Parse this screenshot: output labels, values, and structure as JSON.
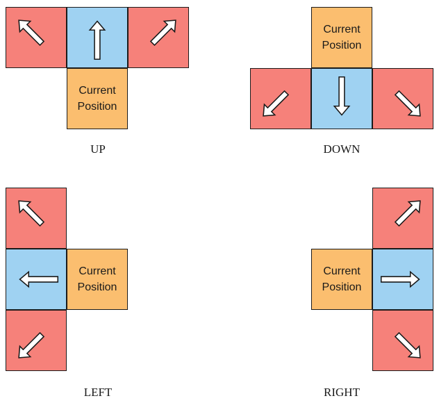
{
  "labels": {
    "current_line1": "Current",
    "current_line2": "Position",
    "up": "UP",
    "down": "DOWN",
    "left": "LEFT",
    "right": "RIGHT"
  },
  "colors": {
    "diagonal_cell": "#f6817a",
    "straight_cell": "#9fd2f2",
    "current_cell": "#fbbe6f",
    "outline": "#1a1a1a",
    "arrow_fill": "#ffffff"
  },
  "diagrams": [
    {
      "direction": "up",
      "caption_key": "up",
      "arrows": [
        "up-left",
        "up",
        "up-right"
      ]
    },
    {
      "direction": "down",
      "caption_key": "down",
      "arrows": [
        "down-left",
        "down",
        "down-right"
      ]
    },
    {
      "direction": "left",
      "caption_key": "left",
      "arrows": [
        "up-left",
        "left",
        "down-left"
      ]
    },
    {
      "direction": "right",
      "caption_key": "right",
      "arrows": [
        "up-right",
        "right",
        "down-right"
      ]
    }
  ]
}
